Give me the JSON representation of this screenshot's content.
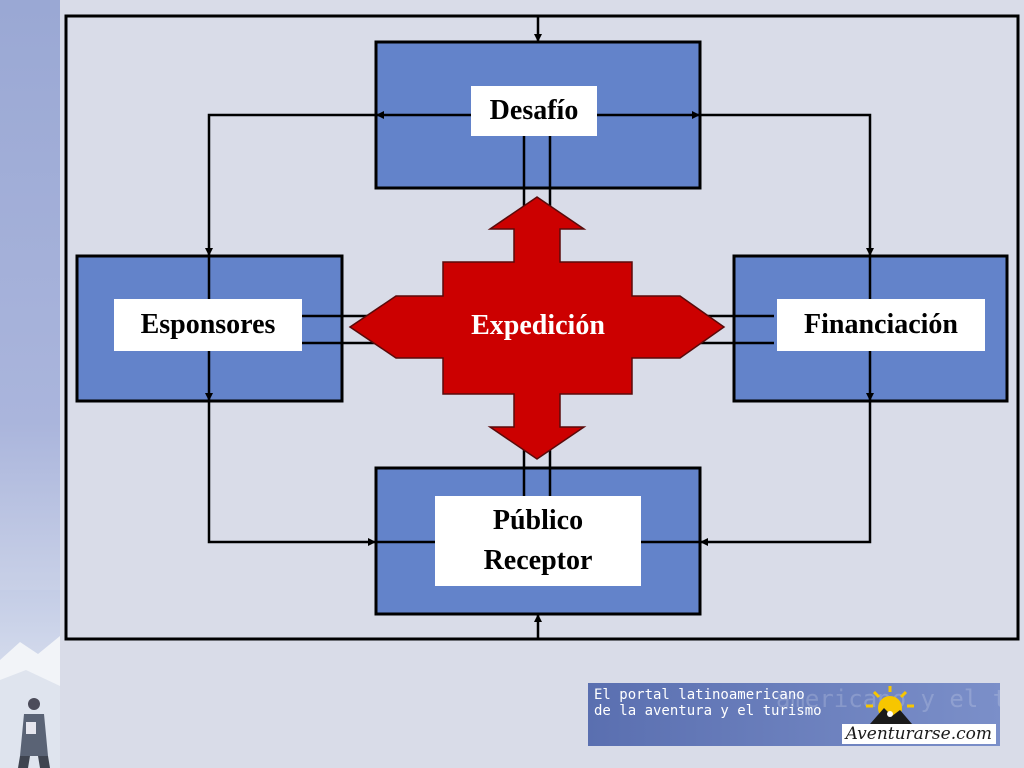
{
  "diagram": {
    "center": "Expedición",
    "nodes": {
      "top": "Desafío",
      "left": "Esponsores",
      "right": "Financiación",
      "bottom": [
        "Público",
        "Receptor"
      ]
    }
  },
  "banner": {
    "line1": "El portal latinoamericano",
    "line2": "de la aventura y el turismo",
    "watermark": "americano y el turismo",
    "brand": "Aventurarse.com"
  },
  "colors": {
    "node_fill": "#6383ca",
    "arrow_fill": "#cc0000",
    "background": "#d9dce8"
  },
  "icons": {
    "sidebar": "snow-mountaineer-photo",
    "logo": "sun-mountain-logo"
  }
}
